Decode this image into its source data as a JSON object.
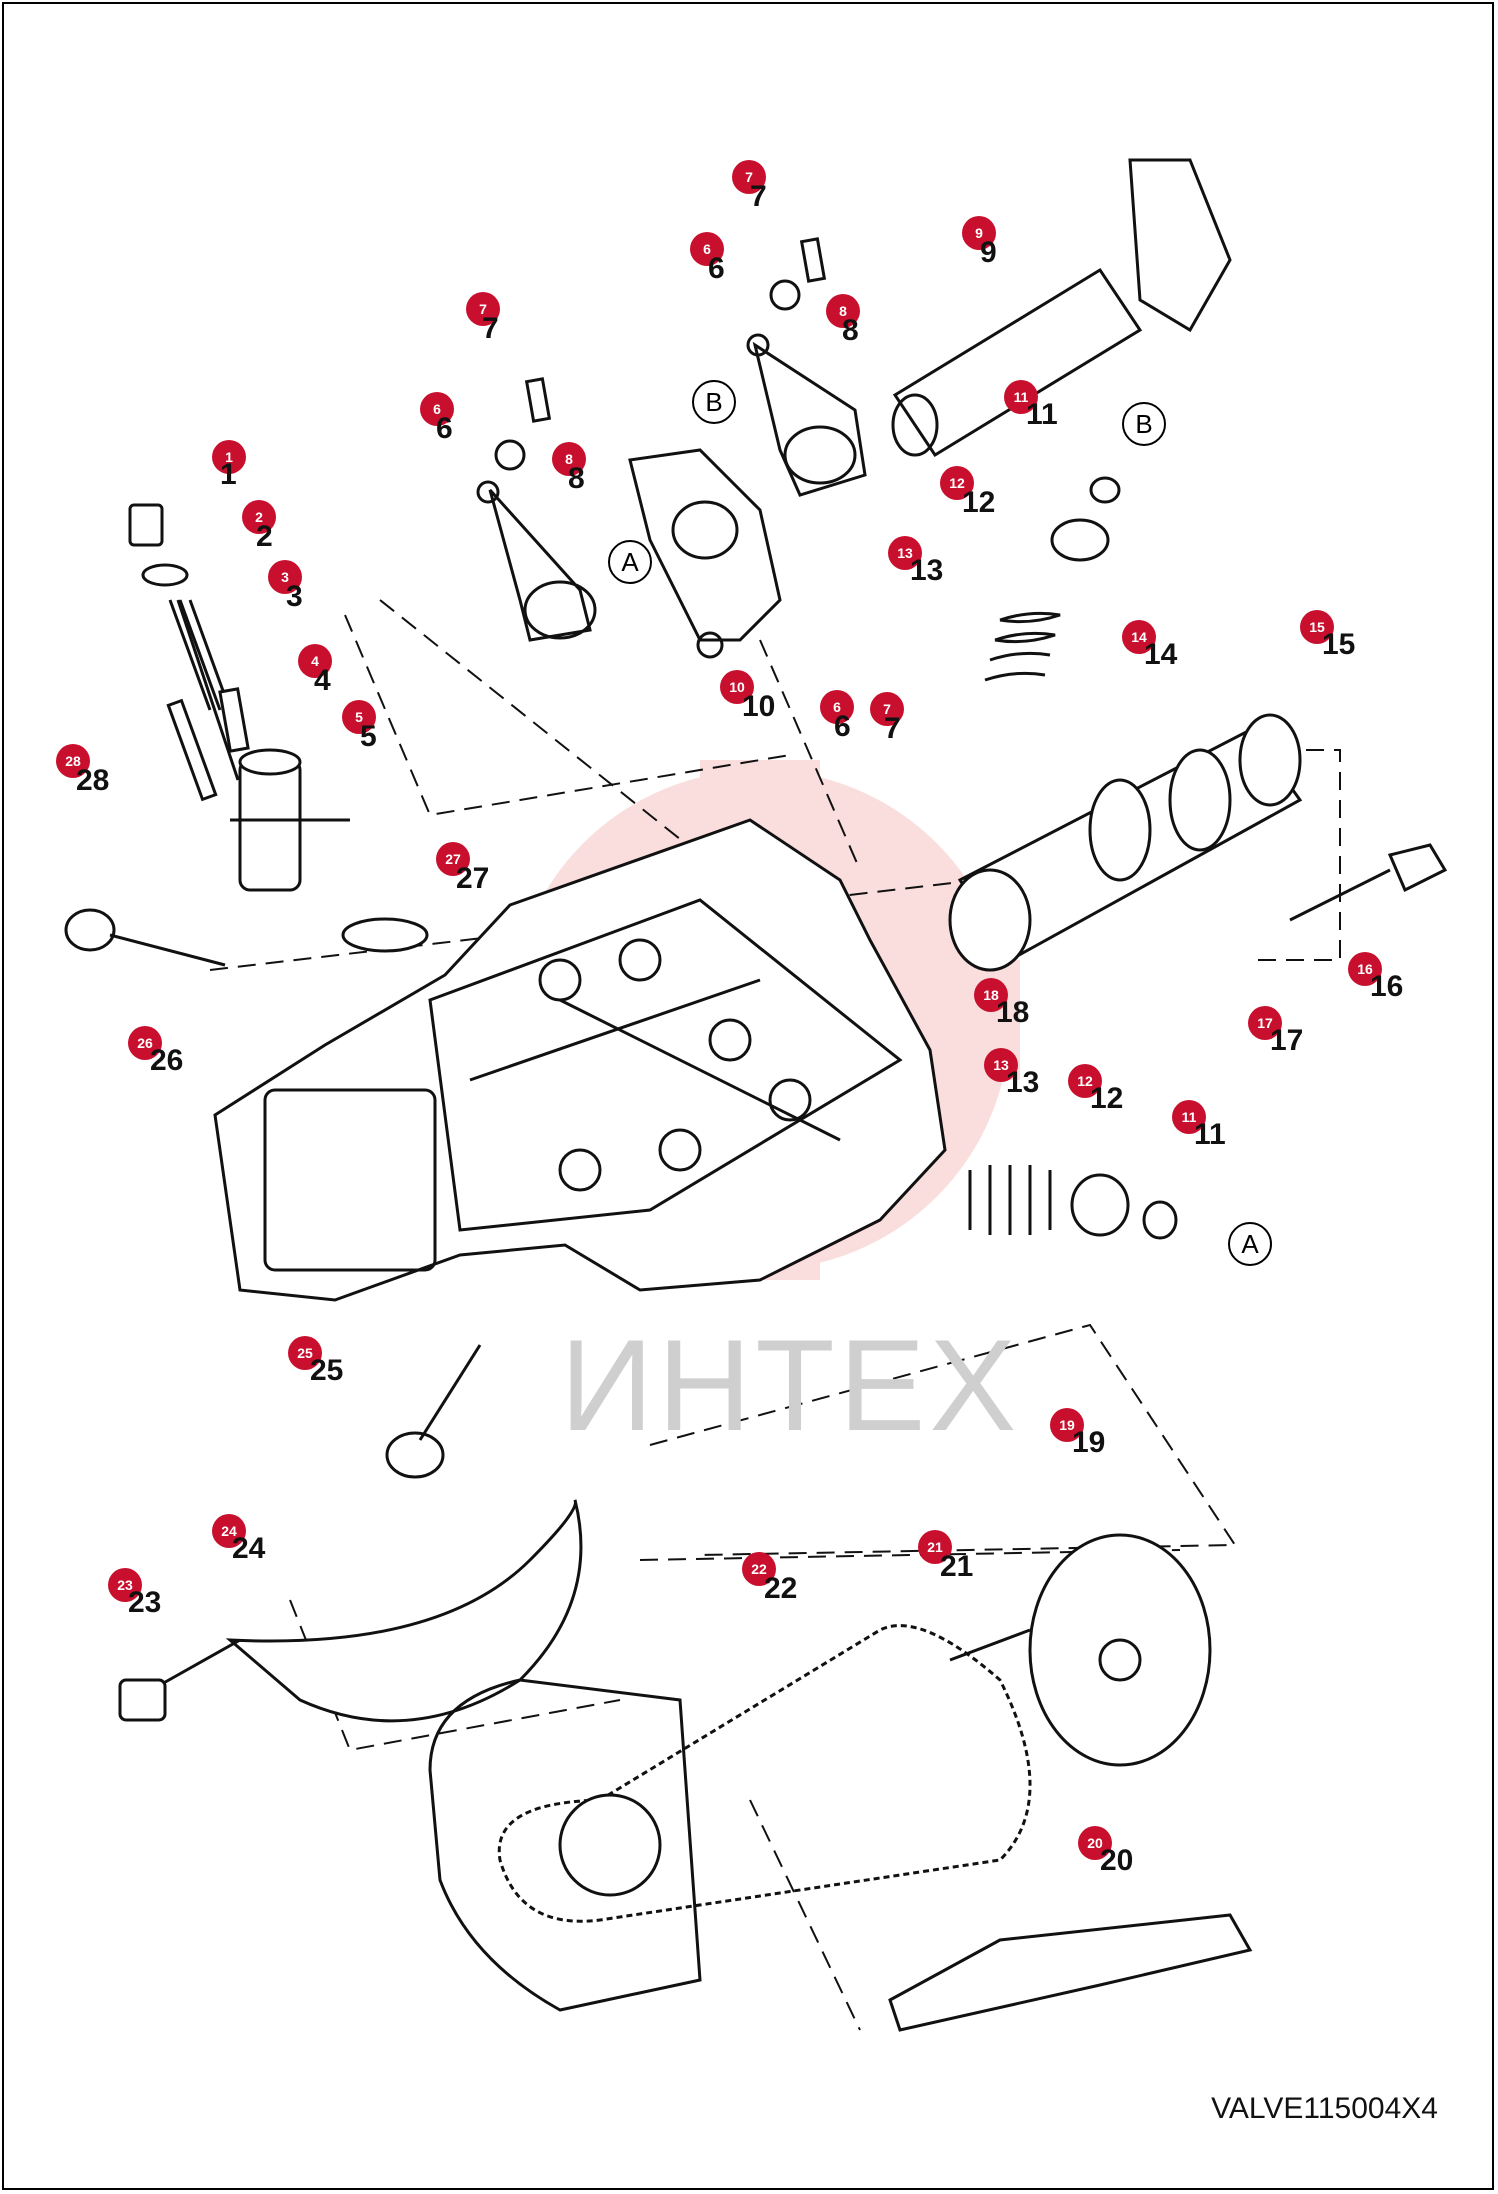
{
  "labels": [
    {
      "num": "1",
      "anchor": "item-1"
    },
    {
      "num": "2",
      "anchor": "item-2"
    },
    {
      "num": "3",
      "anchor": "item-3"
    },
    {
      "num": "4",
      "anchor": "item-4"
    },
    {
      "num": "5",
      "anchor": "item-5"
    },
    {
      "num": "6",
      "anchor": "item-6a"
    },
    {
      "num": "6",
      "anchor": "item-6b"
    },
    {
      "num": "6",
      "anchor": "item-6c"
    },
    {
      "num": "7",
      "anchor": "item-7a"
    },
    {
      "num": "7",
      "anchor": "item-7b"
    },
    {
      "num": "7",
      "anchor": "item-7c"
    },
    {
      "num": "8",
      "anchor": "item-8a"
    },
    {
      "num": "8",
      "anchor": "item-8b"
    },
    {
      "num": "9",
      "anchor": "item-9"
    },
    {
      "num": "10",
      "anchor": "item-10"
    },
    {
      "num": "11",
      "anchor": "item-11a"
    },
    {
      "num": "11",
      "anchor": "item-11b"
    },
    {
      "num": "12",
      "anchor": "item-12a"
    },
    {
      "num": "12",
      "anchor": "item-12b"
    },
    {
      "num": "13",
      "anchor": "item-13a"
    },
    {
      "num": "13",
      "anchor": "item-13b"
    },
    {
      "num": "14",
      "anchor": "item-14"
    },
    {
      "num": "15",
      "anchor": "item-15"
    },
    {
      "num": "16",
      "anchor": "item-16"
    },
    {
      "num": "17",
      "anchor": "item-17"
    },
    {
      "num": "18",
      "anchor": "item-18"
    },
    {
      "num": "19",
      "anchor": "item-19"
    },
    {
      "num": "20",
      "anchor": "item-20"
    },
    {
      "num": "21",
      "anchor": "item-21"
    },
    {
      "num": "22",
      "anchor": "item-22"
    },
    {
      "num": "23",
      "anchor": "item-23"
    },
    {
      "num": "24",
      "anchor": "item-24"
    },
    {
      "num": "25",
      "anchor": "item-25"
    },
    {
      "num": "26",
      "anchor": "item-26"
    },
    {
      "num": "27",
      "anchor": "item-27"
    },
    {
      "num": "28",
      "anchor": "item-28"
    }
  ],
  "callouts": [
    "A",
    "B",
    "B",
    "A"
  ],
  "watermark": "ИНТЕХ",
  "doc_code": "VALVE115004X4",
  "colors": {
    "badge": "#c8102e",
    "watermark_logo": "#f4c2c2",
    "line": "#111111"
  }
}
